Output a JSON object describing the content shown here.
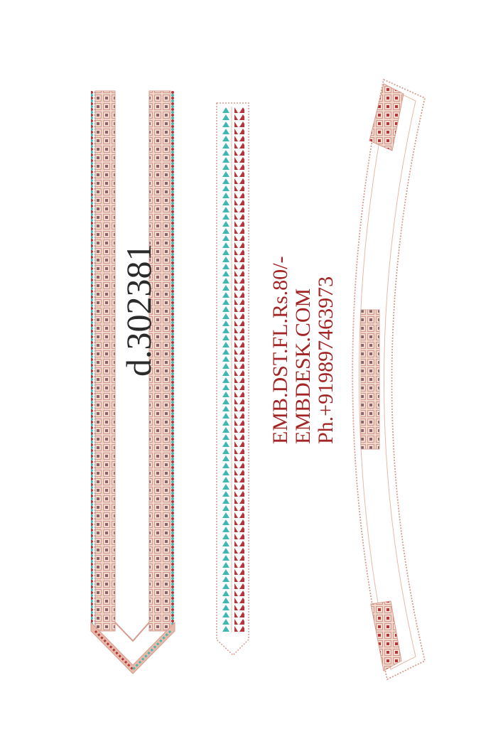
{
  "design": {
    "code": "d.302381",
    "info_lines": [
      "EMB.DST.FL.Rs.80/-",
      "EMBDESK.COM",
      "Ph.+919897463973"
    ]
  },
  "colors": {
    "background": "#ffffff",
    "stitch_pink": "#e7b9a8",
    "stitch_rose": "#d39b8a",
    "stitch_red": "#b5343a",
    "stitch_teal": "#3fb8b4",
    "stitch_outline": "#d79c90",
    "code_text": "#2b2b2b",
    "info_text": "#a32626"
  },
  "icons": {
    "neckline": "v-neck-embroidery-pattern",
    "border": "border-lace-strip",
    "collar": "curved-collar-outline"
  }
}
